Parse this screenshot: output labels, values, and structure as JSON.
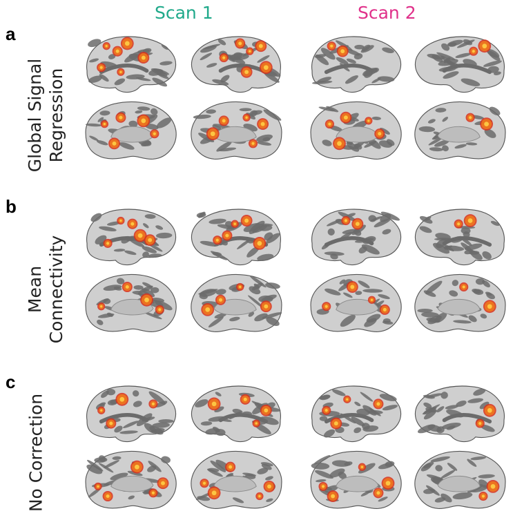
{
  "columns": [
    "Scan 1",
    "Scan 2"
  ],
  "rows": [
    {
      "letter": "a",
      "label_lines": [
        "Global Signal",
        "Regression"
      ]
    },
    {
      "letter": "b",
      "label_lines": [
        "Mean",
        "Connectivity"
      ]
    },
    {
      "letter": "c",
      "label_lines": [
        "No Correction"
      ]
    }
  ],
  "colors": {
    "scan1": "#1fa98a",
    "scan2": "#e0308a",
    "gyri": "#cfcfcf",
    "sulci": "#6b6b6b",
    "activation_dark": "#d8311f",
    "activation_mid": "#f07a1c",
    "activation_bright": "#ffd54a"
  }
}
